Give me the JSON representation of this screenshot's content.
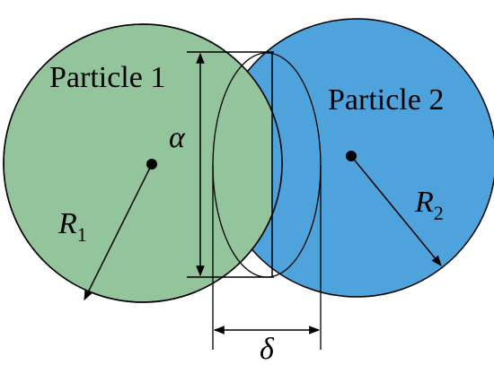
{
  "particle1": {
    "label": "Particle 1",
    "radius_symbol": "R",
    "radius_subscript": "1",
    "fill": "#93c49b"
  },
  "particle2": {
    "label": "Particle 2",
    "radius_symbol": "R",
    "radius_subscript": "2",
    "fill": "#4fa3dc"
  },
  "overlap": {
    "width_symbol": "α",
    "depth_symbol": "δ"
  },
  "colors": {
    "stroke": "#000000",
    "background": "#ffffff"
  }
}
